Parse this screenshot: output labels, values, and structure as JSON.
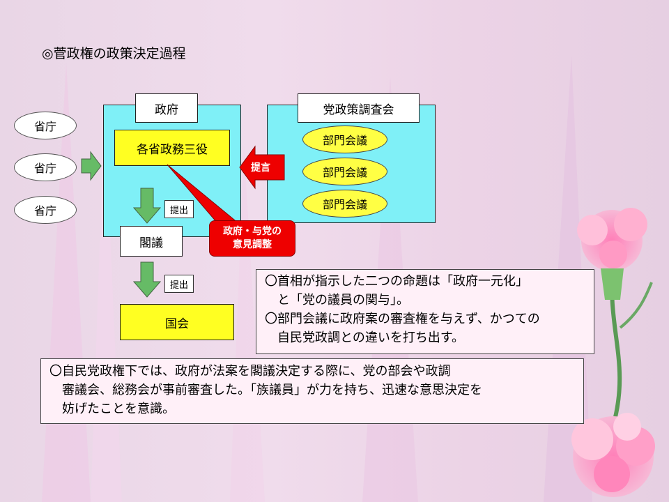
{
  "title": "◎菅政権の政策決定過程",
  "ministries": [
    "省庁",
    "省庁",
    "省庁"
  ],
  "government": {
    "label": "政府",
    "inner": "各省政務三役"
  },
  "party": {
    "label": "党政策調査会",
    "meetings": [
      "部門会議",
      "部門会議",
      "部門会議"
    ]
  },
  "arrows": {
    "proposal": "提言",
    "submit1": "提出",
    "submit2": "提出"
  },
  "cabinet": "閣議",
  "diet": "国会",
  "callout": {
    "line1": "政府・与党の",
    "line2": "意見調整"
  },
  "note_right": {
    "lines": [
      "〇首相が指示した二つの命題は「政府一元化」",
      "　と「党の議員の関与」。",
      "〇部門会議に政府案の審査権を与えず、かつての",
      "　自民党政調との違いを打ち出す。"
    ]
  },
  "note_bottom": {
    "lines": [
      "〇自民党政権下では、政府が法案を閣議決定する際に、党の部会や政調",
      "　審議会、総務会が事前審査した。「族議員」が力を持ち、迅速な意思決定を",
      "　妨げたことを意識。"
    ]
  },
  "colors": {
    "panel": "#7ff0f7",
    "yellow": "#ffff22",
    "green_arrow": "#66bb66",
    "red": "#ee0000"
  }
}
